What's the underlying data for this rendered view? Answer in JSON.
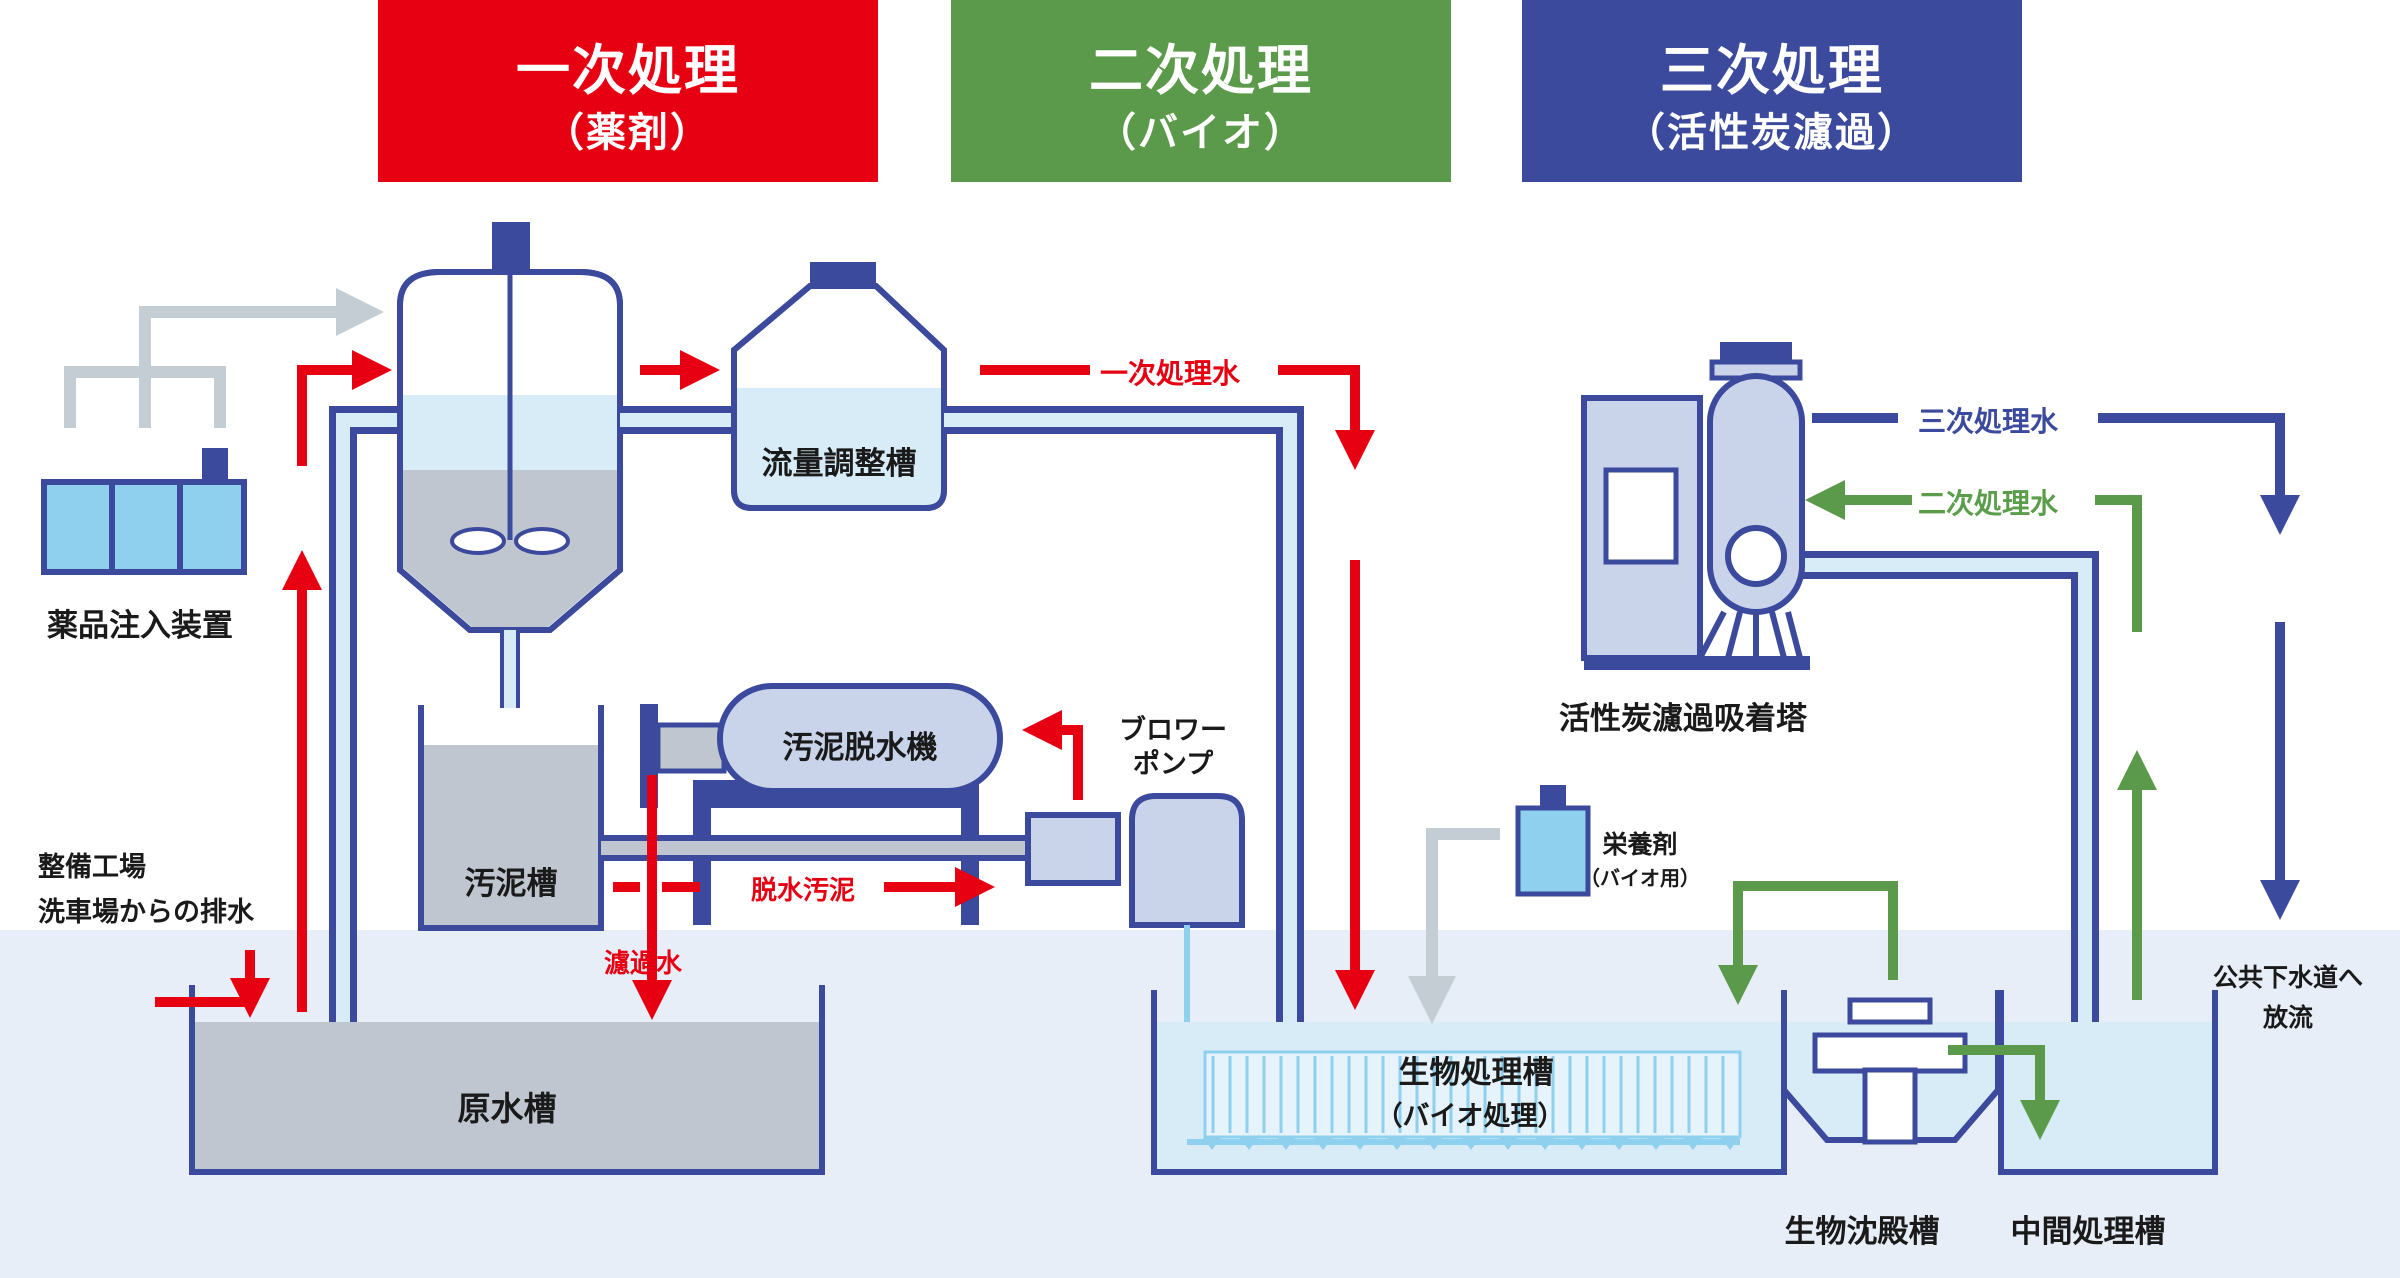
{
  "headers": {
    "primary": {
      "title": "一次処理",
      "sub": "（薬剤）",
      "color": "#e60012"
    },
    "secondary": {
      "title": "二次処理",
      "sub": "（バイオ）",
      "color": "#5b9a4a"
    },
    "tertiary": {
      "title": "三次処理",
      "sub": "（活性炭濾過）",
      "color": "#3b4a9c"
    }
  },
  "equipment": {
    "chemical_injector": "薬品注入装置",
    "flow_tank": "流量調整槽",
    "sludge_dewater": "汚泥脱水機",
    "blower_pump_1": "ブロワー",
    "blower_pump_2": "ポンプ",
    "sludge_tank": "汚泥槽",
    "raw_water_tank": "原水槽",
    "bio_tank": "生物処理槽",
    "bio_tank_sub": "（バイオ処理）",
    "carbon_tower": "活性炭濾過吸着塔",
    "nutrient": "栄養剤",
    "nutrient_sub": "（バイオ用）",
    "settling_tank": "生物沈殿槽",
    "middle_tank": "中間処理槽"
  },
  "flows": {
    "inflow_1": "整備工場",
    "inflow_2": "洗車場からの排水",
    "primary_water": "一次処理水",
    "secondary_water": "二次処理水",
    "tertiary_water": "三次処理水",
    "dewatered_sludge": "脱水汚泥",
    "filtrate": "濾過水",
    "discharge_1": "公共下水道へ",
    "discharge_2": "放流"
  },
  "colors": {
    "red": "#e60012",
    "green": "#5b9a4a",
    "navy": "#3b4a9c",
    "gray_arrow": "#c4ccd4",
    "light_blue": "#d8ecf7",
    "tank_gray": "#bfc6cf",
    "ground": "#e8eef7"
  }
}
